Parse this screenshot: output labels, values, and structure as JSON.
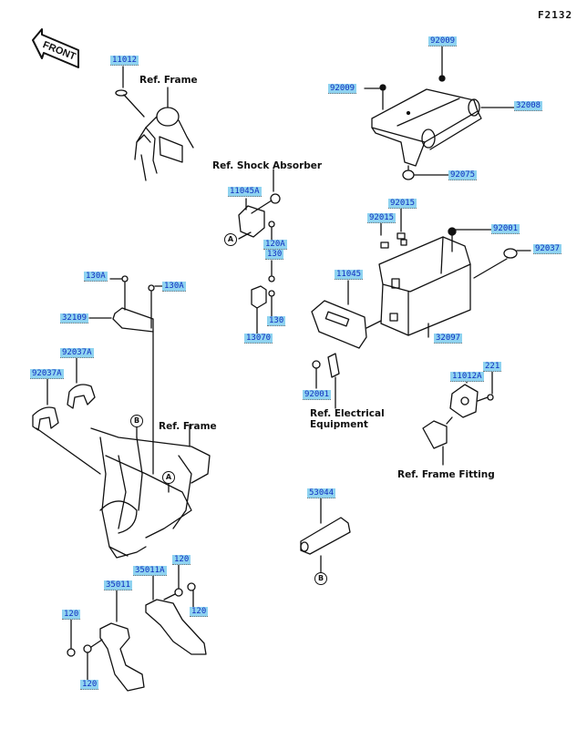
{
  "figure_id": "F2132",
  "front_arrow": {
    "label": "FRONT",
    "icon": "front-arrow-icon"
  },
  "colors": {
    "label_bg": "#8fd3f0",
    "label_text": "#1030c0",
    "line": "#111111"
  },
  "reference_notes": {
    "ref_frame_top": "Ref. Frame",
    "ref_shock_absorber": "Ref. Shock Absorber",
    "ref_electrical_line1": "Ref. Electrical",
    "ref_electrical_line2": "Equipment",
    "ref_frame_fitting": "Ref. Frame Fitting",
    "ref_frame_mid": "Ref. Frame"
  },
  "markers": {
    "a": "A",
    "b": "B"
  },
  "part_labels": {
    "p11012": "11012",
    "p92009_top": "92009",
    "p92009_left": "92009",
    "p32008": "32008",
    "p92075": "92075",
    "p11045A": "11045A",
    "p120A": "120A",
    "p130_upper": "130",
    "p130_lower": "130",
    "p13070": "13070",
    "p92015_a": "92015",
    "p92015_b": "92015",
    "p92001_right": "92001",
    "p92037": "92037",
    "p11045": "11045",
    "p32097": "32097",
    "p92001_lower": "92001",
    "p221": "221",
    "p11012A": "11012A",
    "p130A_left": "130A",
    "p130A_right": "130A",
    "p32109": "32109",
    "p92037A_upper": "92037A",
    "p92037A_lower": "92037A",
    "p53044": "53044",
    "p120_a": "120",
    "p35011A": "35011A",
    "p35011": "35011",
    "p120_b": "120",
    "p120_c": "120",
    "p120_d": "120"
  }
}
